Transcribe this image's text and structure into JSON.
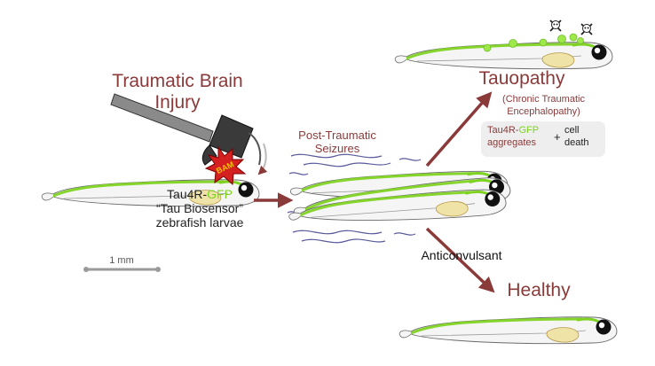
{
  "tbi": {
    "line1": "Traumatic Brain",
    "line2": "Injury"
  },
  "impact_text": "BAM",
  "biosensor": {
    "line1_prefix": "Tau4R-",
    "line1_gfp": "GFP",
    "line2": "“Tau Biosensor”",
    "line3": "zebrafish larvae"
  },
  "scale_bar": {
    "label": "1 mm"
  },
  "seizures": {
    "line1": "Post-Traumatic",
    "line2": "Seizures"
  },
  "tauopathy": {
    "title": "Tauopathy",
    "subtitle_line1": "(Chronic Traumatic",
    "subtitle_line2": "Encephalopathy)",
    "aggregates_prefix": "Tau4R-",
    "aggregates_gfp": "GFP",
    "aggregates_word": "aggregates",
    "plus": "+",
    "cell_line1": "cell",
    "cell_line2": "death"
  },
  "anticonvulsant": "Anticonvulsant",
  "healthy": "Healthy",
  "colors": {
    "label_brown": "#8b3a3a",
    "arrow": "#8b3a3a",
    "gfp_green": "#7ed321",
    "seizure_lines": "#5a5a9a",
    "aggregate_box": "#eeeeee"
  },
  "icons": [
    "hammer-icon",
    "impact-burst-icon",
    "skull-crossbones-icon"
  ]
}
